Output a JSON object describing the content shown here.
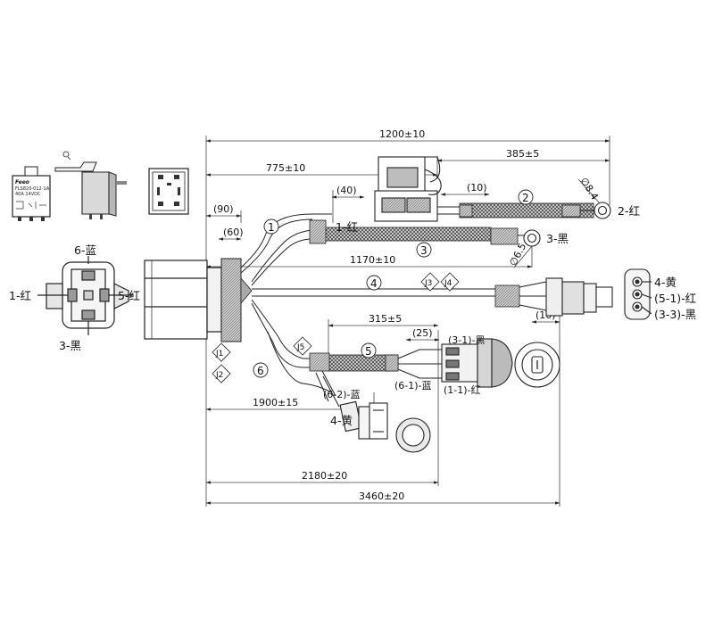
{
  "dimensions": {
    "d_1200": "1200±10",
    "d_385": "385±5",
    "d_775": "775±10",
    "d_40": "(40)",
    "d_10_top": "(10)",
    "d_90": "(90)",
    "d_60": "(60)",
    "d_1170": "1170±10",
    "d_315": "315±5",
    "d_25": "(25)",
    "d_10_right": "(10)",
    "d_1900": "1900±15",
    "d_2180": "2180±20",
    "d_3460": "3460±20",
    "d_phi84": "∅8.4",
    "d_phi65": "∅6.5"
  },
  "wire_numbers": [
    "1",
    "2",
    "3",
    "4",
    "5",
    "6"
  ],
  "joint_labels": {
    "j1": "J1",
    "j2": "J2",
    "j3": "J3",
    "j4": "J4",
    "j5": "J5"
  },
  "wire_labels": {
    "w1_red": "1-红",
    "w2_red": "2-红",
    "w3_black": "3-黑",
    "pin4_yellow": "4-黄",
    "pin51_red": "(5-1)-红",
    "pin33_black": "(3-3)-黑",
    "sw31_black": "(3-1)-黑",
    "sw61_blue": "(6-1)-蓝",
    "sw11_red": "(1-1)-红",
    "c62_blue": "(6-2)-蓝",
    "c4_yellow": "4-黄"
  },
  "relay_labels": {
    "top_blue": "6-蓝",
    "left_red": "1-红",
    "right_red": "5-红",
    "bottom_black": "3-黑"
  },
  "relay_box_print": {
    "brand": "Feeo",
    "model": "FLS820-012-1A",
    "rating": "40A 14VDC"
  }
}
